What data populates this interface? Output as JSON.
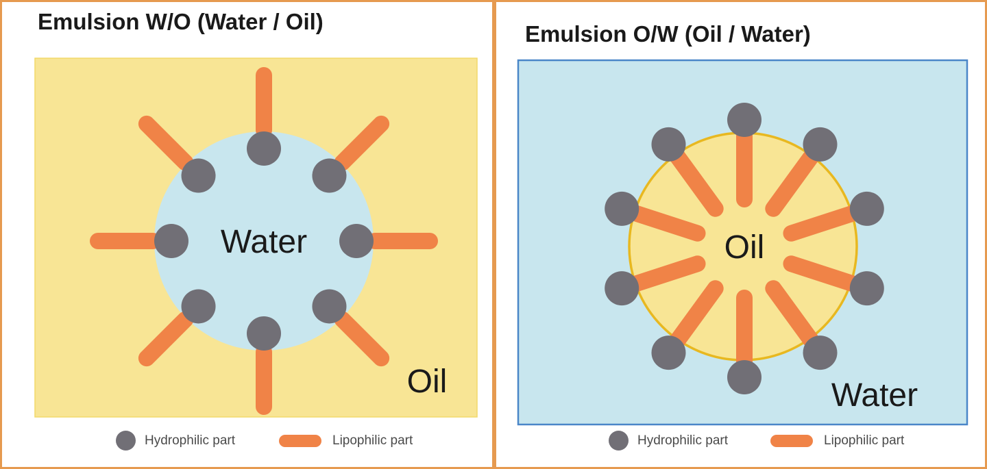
{
  "colors": {
    "oil_fill": "#f8e595",
    "water_fill": "#c8e6ee",
    "water_border": "#4a86c8",
    "droplet_border_oil": "#e8b820",
    "hydrophilic": "#716f76",
    "lipophilic": "#f08347",
    "panel_border": "#e69a50"
  },
  "panels": [
    {
      "title": "Emulsion W/O (Water / Oil)",
      "droplet_label": "Water",
      "medium_label": "Oil",
      "surfactant_count": 8,
      "orientation": "tails-outward"
    },
    {
      "title": "Emulsion O/W (Oil / Water)",
      "droplet_label": "Oil",
      "medium_label": "Water",
      "surfactant_count": 10,
      "orientation": "tails-inward"
    }
  ],
  "legend": {
    "hydrophilic_label": "Hydrophilic part",
    "hydrophilic_icon": "gray-circle",
    "lipophilic_label": "Lipophilic part",
    "lipophilic_icon": "orange-bar"
  }
}
